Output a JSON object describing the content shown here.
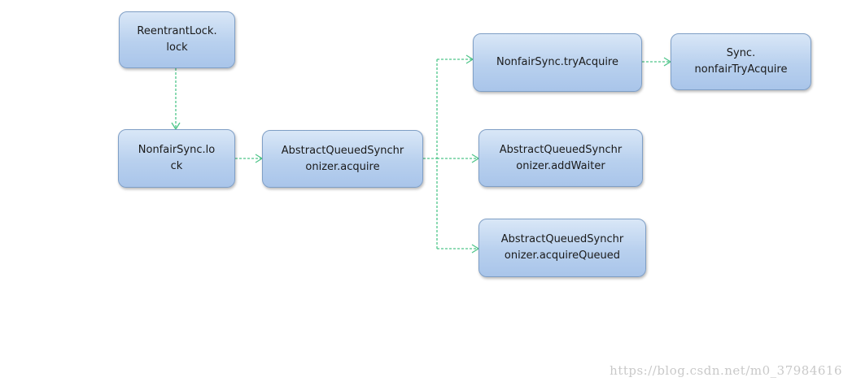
{
  "nodes": {
    "reentrant_lock": {
      "lines": [
        "ReentrantLock.",
        "lock"
      ]
    },
    "nonfair_lock": {
      "lines": [
        "NonfairSync.lo",
        "ck"
      ]
    },
    "aqs_acquire": {
      "lines": [
        "AbstractQueuedSynchr",
        "onizer.acquire"
      ]
    },
    "nonfair_try_acquire": {
      "lines": [
        "NonfairSync.tryAcquire"
      ]
    },
    "sync_nonfair_try_acquire": {
      "lines": [
        "Sync.",
        "nonfairTryAcquire"
      ]
    },
    "aqs_add_waiter": {
      "lines": [
        "AbstractQueuedSynchr",
        "onizer.addWaiter"
      ]
    },
    "aqs_acquire_queued": {
      "lines": [
        "AbstractQueuedSynchr",
        "onizer.acquireQueued"
      ]
    }
  },
  "watermark": "https://blog.csdn.net/m0_37984616",
  "colors": {
    "arrow": "#4fc58a",
    "node_border": "#7f9fc6",
    "node_fill": "#b8d0ee"
  }
}
